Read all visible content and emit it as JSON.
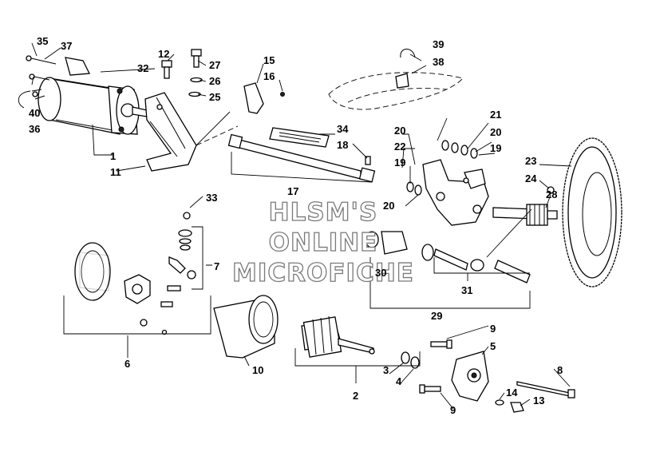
{
  "watermark": {
    "line1": "HLSM'S",
    "line2": "ONLINE",
    "line3": "MICROFICHE"
  },
  "callouts": {
    "c1": "1",
    "c2": "2",
    "c3": "3",
    "c4": "4",
    "c5": "5",
    "c6": "6",
    "c7": "7",
    "c8": "8",
    "c9a": "9",
    "c9b": "9",
    "c10": "10",
    "c11": "11",
    "c12": "12",
    "c13": "13",
    "c14": "14",
    "c15": "15",
    "c16": "16",
    "c17": "17",
    "c18": "18",
    "c19a": "19",
    "c19b": "19",
    "c20a": "20",
    "c20b": "20",
    "c20c": "20",
    "c21": "21",
    "c22": "22",
    "c23": "23",
    "c24": "24",
    "c25": "25",
    "c26": "26",
    "c27": "27",
    "c28": "28",
    "c29": "29",
    "c30": "30",
    "c31": "31",
    "c32": "32",
    "c33": "33",
    "c34": "34",
    "c35": "35",
    "c36": "36",
    "c37": "37",
    "c38": "38",
    "c39": "39",
    "c40": "40"
  }
}
